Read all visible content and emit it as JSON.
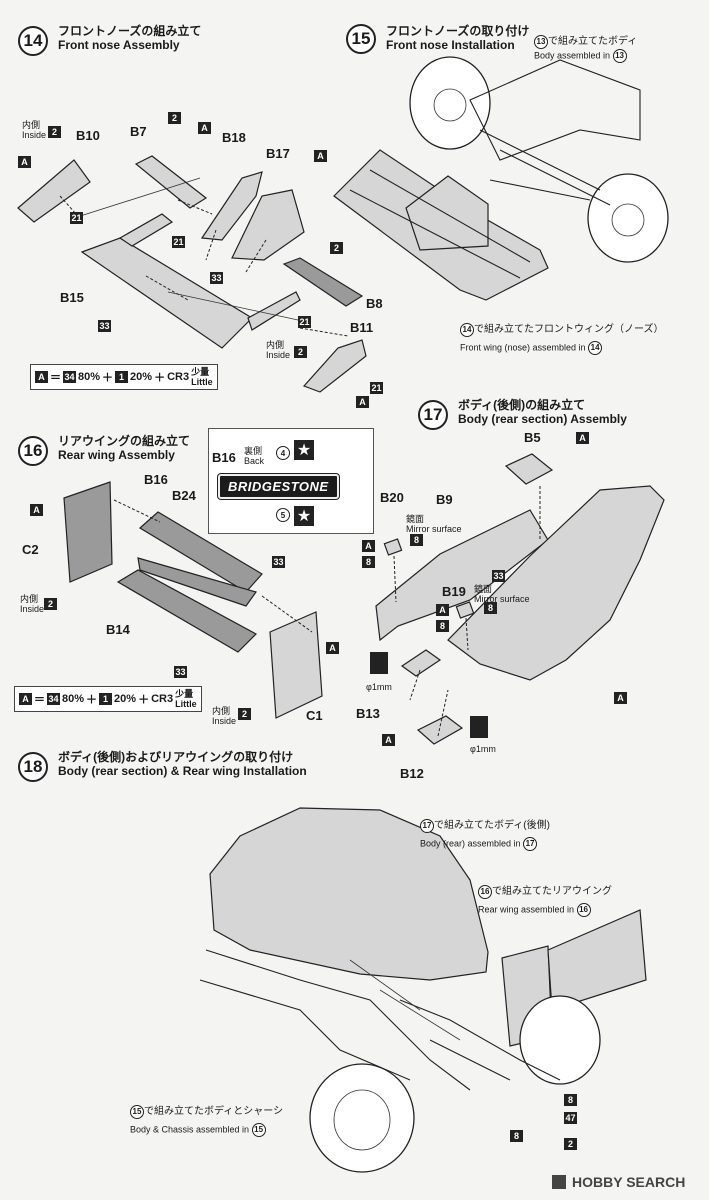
{
  "steps": {
    "s14": {
      "num": "14",
      "jp": "フロントノーズの組み立て",
      "en": "Front nose Assembly"
    },
    "s15": {
      "num": "15",
      "jp": "フロントノーズの取り付け",
      "en": "Front nose Installation"
    },
    "s16": {
      "num": "16",
      "jp": "リアウイングの組み立て",
      "en": "Rear wing Assembly"
    },
    "s17": {
      "num": "17",
      "jp": "ボディ(後側)の組み立て",
      "en": "Body (rear section) Assembly"
    },
    "s18": {
      "num": "18",
      "jp": "ボディ(後側)およびリアウイングの取り付け",
      "en": "Body (rear section) & Rear wing Installation"
    }
  },
  "common": {
    "inside_jp": "内側",
    "inside_en": "Inside",
    "little_jp": "少量",
    "little_en": "Little",
    "mirror_jp": "鏡面",
    "mirror_en": "Mirror surface",
    "back_jp": "裏側",
    "back_en": "Back",
    "drill": "φ1mm"
  },
  "paint": {
    "code_a": "A",
    "color1": "34",
    "pct1": "80%",
    "plus1": "＋",
    "color2": "1",
    "pct2": "20%",
    "plus2": "＋",
    "cr": "CR3"
  },
  "codes": {
    "a": "A",
    "n2": "2",
    "n8": "8",
    "n21": "21",
    "n33": "33",
    "n4": "4",
    "n5": "5",
    "n47": "47",
    "n13": "13",
    "n14": "14",
    "n15": "15",
    "n16": "16",
    "n17": "17"
  },
  "parts14": {
    "b10": "B10",
    "b7": "B7",
    "b18": "B18",
    "b17": "B17",
    "b15": "B15",
    "b8": "B8",
    "b11": "B11"
  },
  "parts16": {
    "b16": "B16",
    "b24": "B24",
    "c2": "C2",
    "b14": "B14",
    "c1": "C1"
  },
  "parts17": {
    "b5": "B5",
    "b20": "B20",
    "b9": "B9",
    "b19": "B19",
    "b13": "B13",
    "b12": "B12"
  },
  "decal": {
    "part": "B16",
    "brand": "BRIDGESTONE",
    "star": "★"
  },
  "captions": {
    "c15_body_jp": "で組み立てたボディ",
    "c15_body_en": "Body assembled in",
    "c15_wing_jp": "で組み立てたフロントウィング（ノーズ）",
    "c15_wing_en": "Front wing (nose) assembled in",
    "c18_body_jp": "で組み立てたボディ(後側)",
    "c18_body_en": "Body (rear) assembled in",
    "c18_wing_jp": "で組み立てたリアウイング",
    "c18_wing_en": "Rear wing assembled in",
    "c18_chassis_jp": "で組み立てたボディとシャーシ",
    "c18_chassis_en": "Body & Chassis assembled in"
  },
  "watermark": {
    "brand": "HOBBY SEARCH"
  }
}
